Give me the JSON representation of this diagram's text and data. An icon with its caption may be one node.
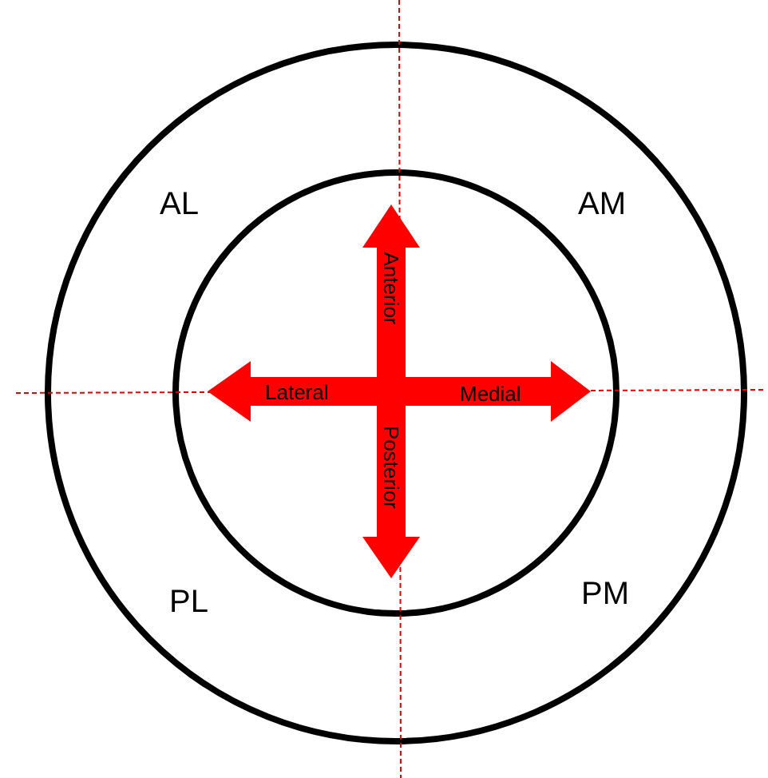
{
  "diagram": {
    "labels": [
      "AL",
      "AM",
      "Anterior",
      "Lateral",
      "Medial",
      "Posterior",
      "PL",
      "PM"
    ]
  }
}
